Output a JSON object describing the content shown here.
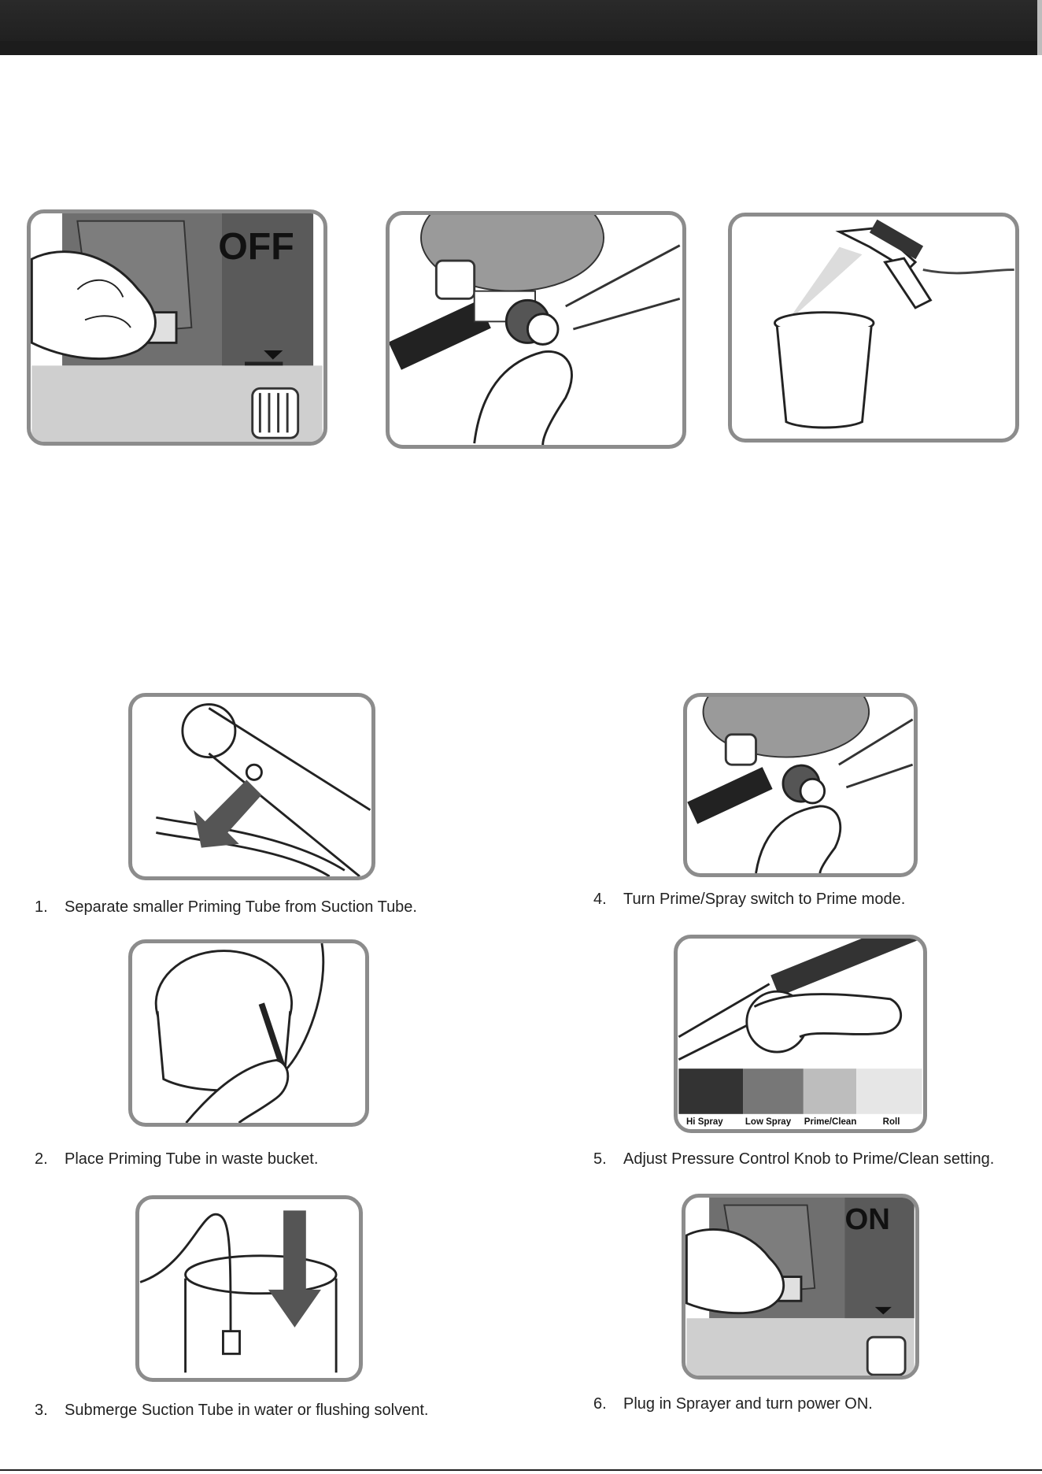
{
  "top_panels": {
    "off_label": "OFF"
  },
  "steps": [
    {
      "number": "1.",
      "text": "Separate smaller Priming Tube from Suction Tube."
    },
    {
      "number": "2.",
      "text": "Place Priming Tube in waste bucket."
    },
    {
      "number": "3.",
      "text": "Submerge Suction Tube in water or flushing solvent."
    },
    {
      "number": "4.",
      "text": "Turn Prime/Spray switch to Prime mode."
    },
    {
      "number": "5.",
      "text": "Adjust Pressure Control Knob to Prime/Clean setting."
    },
    {
      "number": "6.",
      "text": "Plug in Sprayer and turn power ON."
    }
  ],
  "knob_settings": [
    "Hi Spray",
    "Low Spray",
    "Prime/Clean",
    "Roll"
  ],
  "on_label": "ON",
  "colors": {
    "header_bar": "#1c1c1c",
    "frame_border": "#8c8c8c",
    "machine_gray": "#6f6f6f",
    "light_gray": "#c9c9c9"
  }
}
